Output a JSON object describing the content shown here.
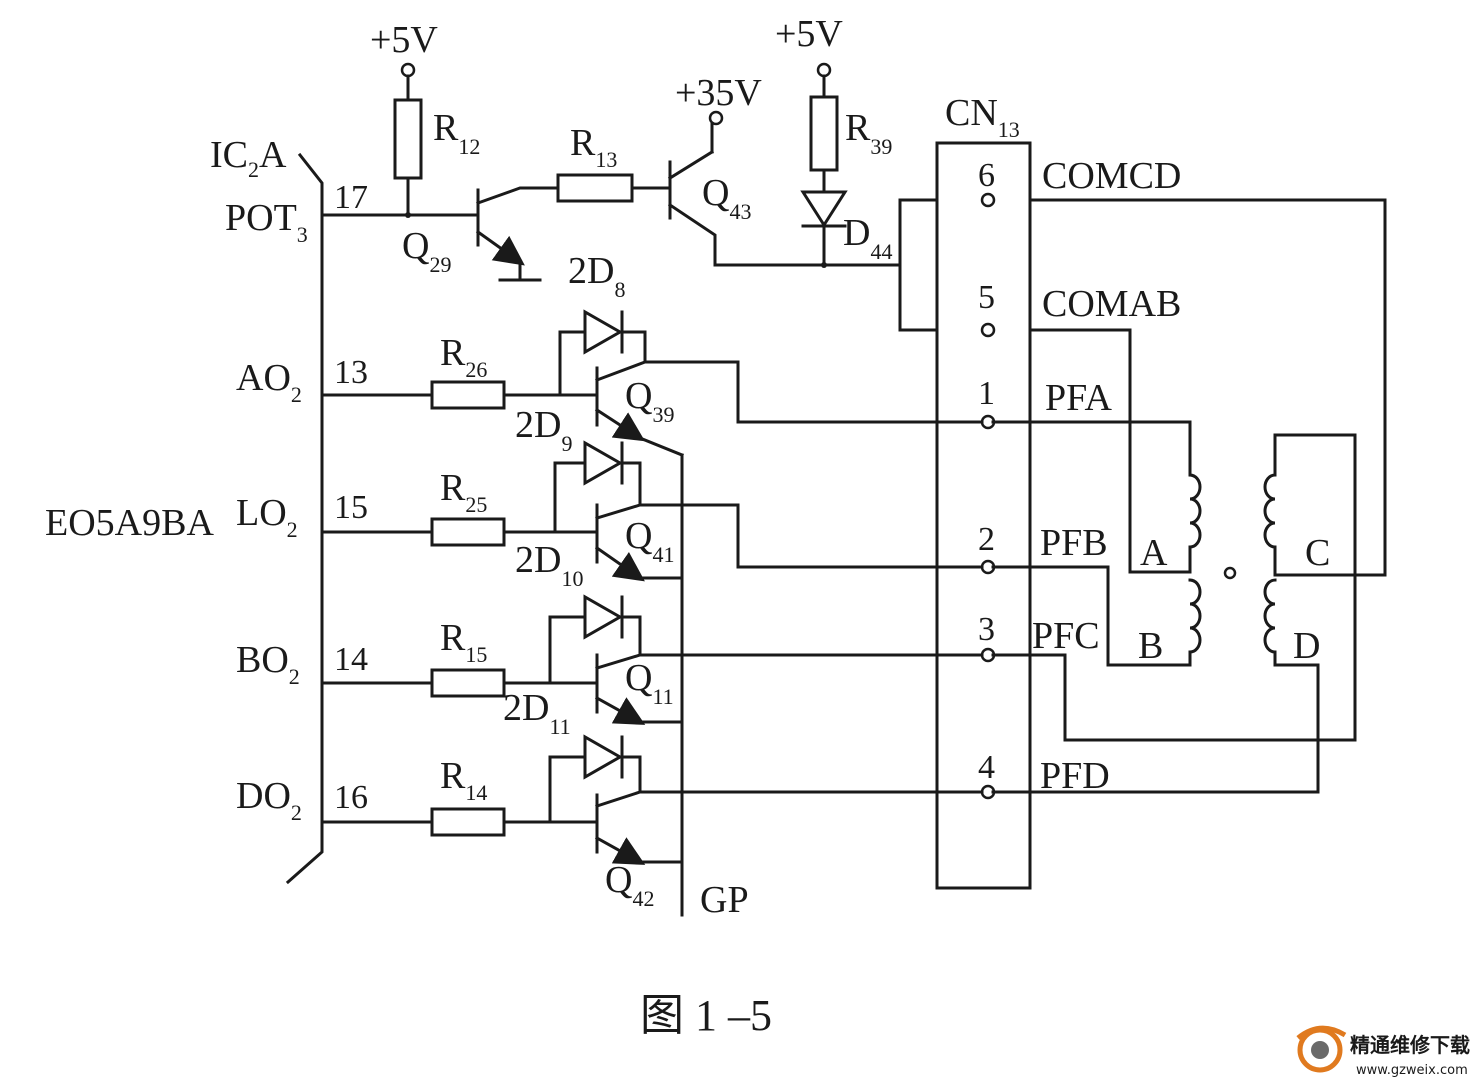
{
  "labels": {
    "v5_left": "+5V",
    "v5_right": "+5V",
    "v35": "+35V",
    "ic_a_main": "IC",
    "ic_a_sub": "2",
    "ic_a_tail": "A",
    "pot_main": "POT",
    "pot_sub": "3",
    "ao_main": "AO",
    "ao_sub": "2",
    "lo_main": "LO",
    "lo_sub": "2",
    "bo_main": "BO",
    "bo_sub": "2",
    "do_main": "DO",
    "do_sub": "2",
    "chip": "EO5A9BA",
    "gp": "GP",
    "cn_main": "CN",
    "cn_sub": "13",
    "pin17": "17",
    "pin13": "13",
    "pin15": "15",
    "pin14": "14",
    "pin16": "16",
    "r12_main": "R",
    "r12_sub": "12",
    "r13_main": "R",
    "r13_sub": "13",
    "r39_main": "R",
    "r39_sub": "39",
    "r26_main": "R",
    "r26_sub": "26",
    "r25_main": "R",
    "r25_sub": "25",
    "r15_main": "R",
    "r15_sub": "15",
    "r14_main": "R",
    "r14_sub": "14",
    "q29_main": "Q",
    "q29_sub": "29",
    "q43_main": "Q",
    "q43_sub": "43",
    "q39_main": "Q",
    "q39_sub": "39",
    "q41_main": "Q",
    "q41_sub": "41",
    "q11_main": "Q",
    "q11_sub": "11",
    "q42_main": "Q",
    "q42_sub": "42",
    "d44_main": "D",
    "d44_sub": "44",
    "d8_main": "2D",
    "d8_sub": "8",
    "d9_main": "2D",
    "d9_sub": "9",
    "d10_main": "2D",
    "d10_sub": "10",
    "d11_main": "2D",
    "d11_sub": "11",
    "coil_a": "A",
    "coil_b": "B",
    "coil_c": "C",
    "coil_d": "D"
  },
  "connector_pins": [
    {
      "num": "6",
      "name": "COMCD"
    },
    {
      "num": "5",
      "name": "COMAB"
    },
    {
      "num": "1",
      "name": "PFA"
    },
    {
      "num": "2",
      "name": "PFB"
    },
    {
      "num": "3",
      "name": "PFC"
    },
    {
      "num": "4",
      "name": "PFD"
    }
  ],
  "caption": "图 1 –5",
  "watermark": {
    "name": "精通维修下载",
    "url": "www.gzweix.com"
  }
}
